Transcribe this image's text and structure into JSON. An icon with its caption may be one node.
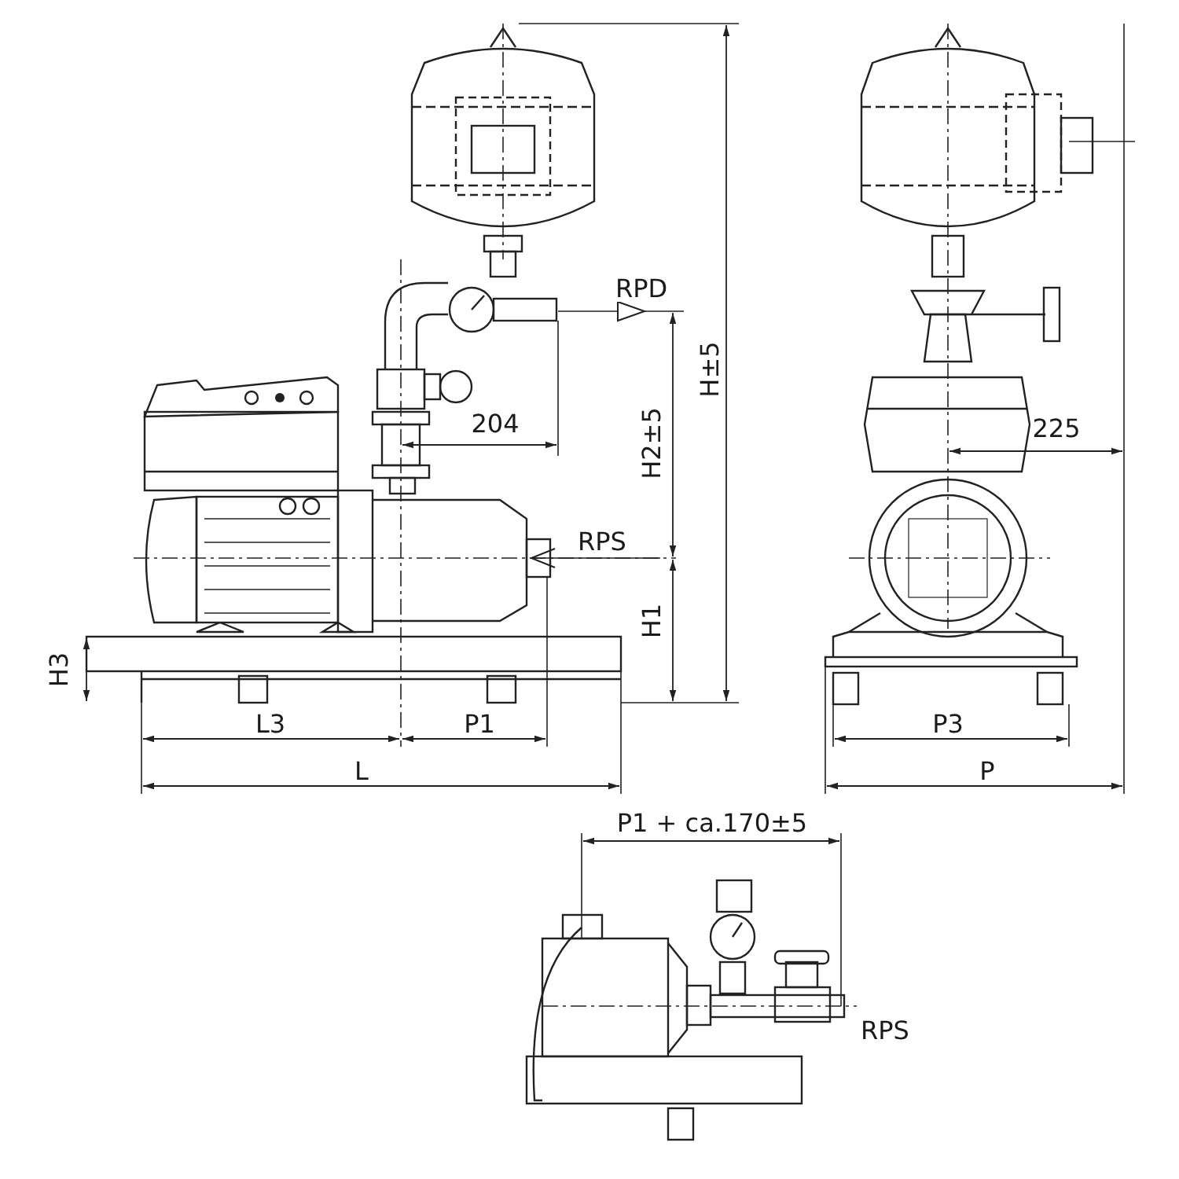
{
  "diagram": {
    "labels": [
      "RPD",
      "H±5",
      "204",
      "H2±5",
      "225",
      "RPS",
      "H1",
      "H3",
      "L3",
      "P1",
      "P3",
      "L",
      "P",
      "P1 + ca.170±5",
      "RPS"
    ]
  }
}
